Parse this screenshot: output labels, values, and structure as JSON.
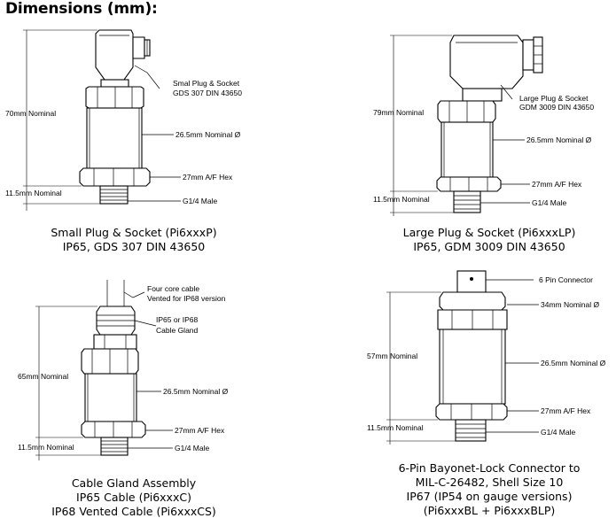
{
  "title": "Dimensions (mm):",
  "diagrams": {
    "small_plug": {
      "height_label": "70mm Nominal",
      "thread_height_label": "11.5mm Nominal",
      "connector_label": [
        "Smal Plug & Socket",
        "GDS 307 DIN 43650"
      ],
      "diameter_label": "26.5mm Nominal Ø",
      "hex_label": "27mm A/F Hex",
      "thread_label": "G1/4 Male",
      "caption": [
        "Small Plug & Socket (Pi6xxxP)",
        "IP65, GDS 307 DIN 43650"
      ]
    },
    "large_plug": {
      "height_label": "79mm Nominal",
      "thread_height_label": "11.5mm Nominal",
      "connector_label": [
        "Large Plug & Socket",
        "GDM 3009 DIN 43650"
      ],
      "diameter_label": "26.5mm Nominal Ø",
      "hex_label": "27mm A/F Hex",
      "thread_label": "G1/4 Male",
      "caption": [
        "Large Plug & Socket (Pi6xxxLP)",
        "IP65, GDM 3009 DIN 43650"
      ]
    },
    "cable_gland": {
      "height_label": "65mm Nominal",
      "thread_height_label": "11.5mm Nominal",
      "cable_label": [
        "Four core cable",
        "Vented for IP68 version"
      ],
      "gland_label": [
        "IP65 or IP68",
        "Cable Gland"
      ],
      "diameter_label": "26.5mm Nominal Ø",
      "hex_label": "27mm A/F Hex",
      "thread_label": "G1/4 Male",
      "caption": [
        "Cable Gland Assembly",
        "IP65 Cable (Pi6xxxC)",
        "IP68 Vented Cable (Pi6xxxCS)"
      ]
    },
    "bayonet": {
      "height_label": "57mm Nominal",
      "thread_height_label": "11.5mm Nominal",
      "connector_label": "6 Pin Connector",
      "top_diameter_label": "34mm Nominal Ø",
      "diameter_label": "26.5mm Nominal Ø",
      "hex_label": "27mm A/F Hex",
      "thread_label": "G1/4 Male",
      "caption": [
        "6-Pin Bayonet-Lock Connector to",
        "MIL-C-26482, Shell Size 10",
        "IP67 (IP54 on gauge versions)",
        "(Pi6xxxBL + Pi6xxxBLP)"
      ]
    }
  }
}
